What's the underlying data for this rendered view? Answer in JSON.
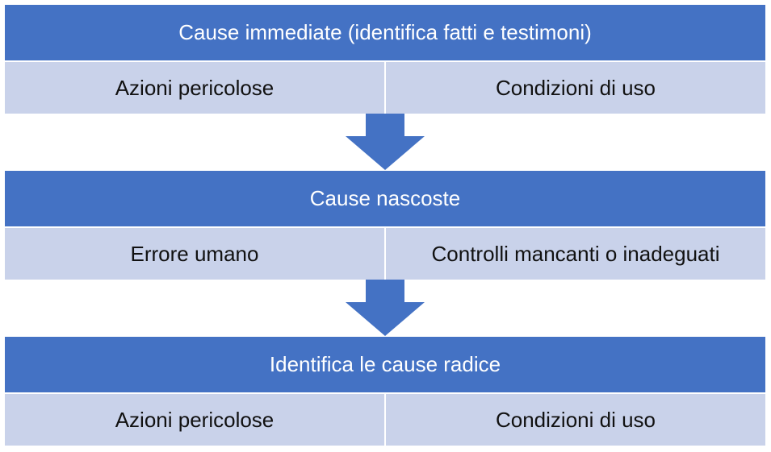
{
  "colors": {
    "header_bg": "#4472c4",
    "cell_bg": "#c9d2ea",
    "arrow": "#4472c4"
  },
  "stages": [
    {
      "title": "Cause immediate (identifica fatti e testimoni)",
      "items": [
        "Azioni pericolose",
        "Condizioni di uso"
      ]
    },
    {
      "title": "Cause nascoste",
      "items": [
        "Errore umano",
        "Controlli mancanti o inadeguati"
      ]
    },
    {
      "title": "Identifica le cause radice",
      "items": [
        "Azioni pericolose",
        "Condizioni di uso"
      ]
    }
  ]
}
